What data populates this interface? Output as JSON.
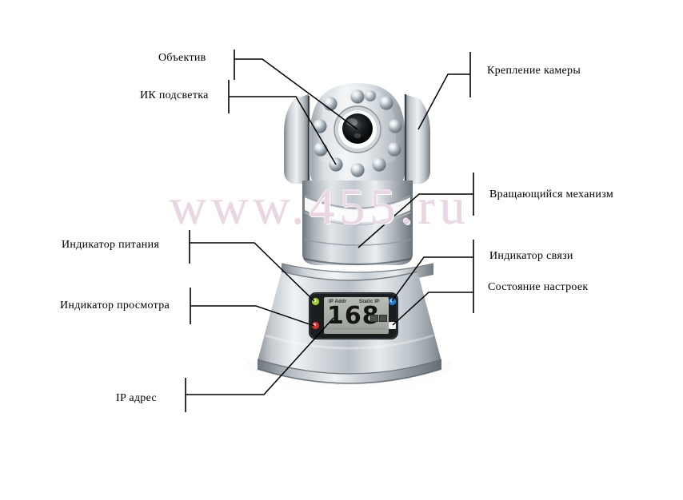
{
  "figure": {
    "title": "IP camera annotated diagram",
    "watermark": "www.455.ru",
    "watermark_color": "#e9d6e2",
    "background_color": "#ffffff",
    "line_color": "#000000"
  },
  "callouts": [
    {
      "id": "lens",
      "label": "Объектив",
      "side": "left"
    },
    {
      "id": "ir",
      "label": "ИК подсветка",
      "side": "left"
    },
    {
      "id": "mount",
      "label": "Крепление камеры",
      "side": "right"
    },
    {
      "id": "swivel",
      "label": "Вращающийся механизм",
      "side": "right"
    },
    {
      "id": "power-led",
      "label": "Индикатор питания",
      "side": "left"
    },
    {
      "id": "link-led",
      "label": "Индикатор связи",
      "side": "right"
    },
    {
      "id": "view-led",
      "label": "Индикатор просмотра",
      "side": "left"
    },
    {
      "id": "settings",
      "label": "Состояние настроек",
      "side": "right"
    },
    {
      "id": "ip-address",
      "label": "IP адрес",
      "side": "left"
    }
  ],
  "device": {
    "lcd": {
      "label_left": "IP Addr",
      "label_right": "Static IP",
      "value": "168",
      "segment_boxes": 2
    },
    "leds": [
      {
        "name": "power-indicator-led",
        "position": "top-left",
        "color": "#9ccf2e"
      },
      {
        "name": "view-indicator-led",
        "position": "bottom-left",
        "color": "#d4302a"
      },
      {
        "name": "link-indicator-led",
        "position": "top-right",
        "color": "#1f7fd4"
      },
      {
        "name": "settings-status-led",
        "position": "bottom-right",
        "color": "#f2f2f2"
      }
    ],
    "ir_led_count": 11,
    "body_color": "#b9bfc4"
  }
}
